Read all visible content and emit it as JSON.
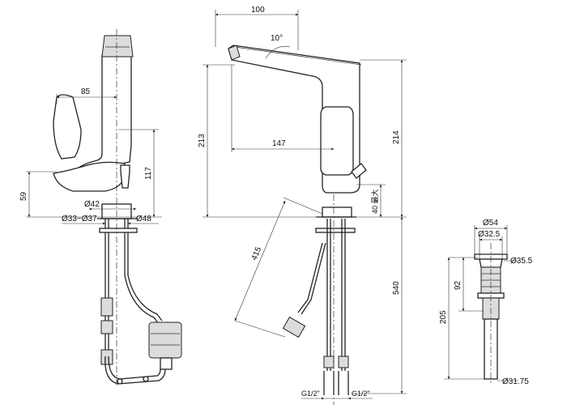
{
  "dims": {
    "side_85": "85",
    "side_117": "117",
    "side_59": "59",
    "side_d42": "Ø42",
    "side_d33_37": "Ø33~Ø37",
    "side_d48": "Ø48",
    "front_100": "100",
    "front_angle": "10°",
    "front_213": "213",
    "front_147": "147",
    "front_214": "214",
    "front_40max": "40 最大",
    "front_415": "415",
    "front_540": "540",
    "front_g1": "G1/2\"",
    "front_g2": "G1/2\"",
    "drain_d54": "Ø54",
    "drain_d32_5": "Ø32.5",
    "drain_d35_5": "Ø35.5",
    "drain_92": "92",
    "drain_205": "205",
    "drain_d31_75": "Ø31.75"
  }
}
